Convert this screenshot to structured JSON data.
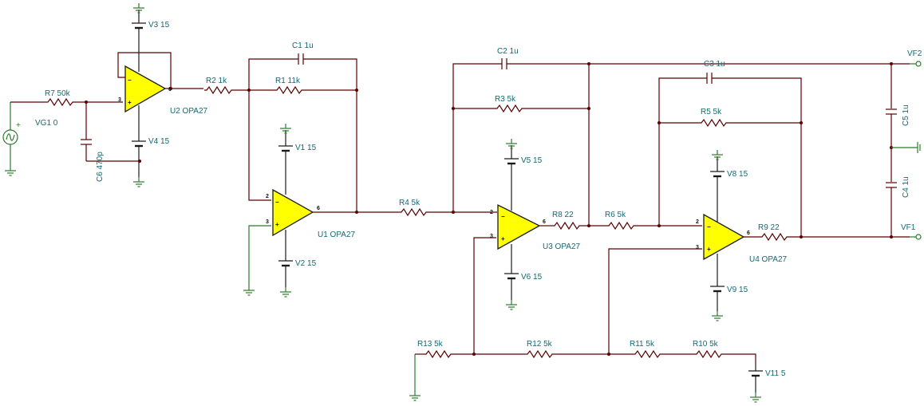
{
  "components": {
    "r7": "R7 50k",
    "vg1": "VG1 0",
    "c6": "C6 470p",
    "v3": "V3 15",
    "v4": "V4 15",
    "u2": "U2 OPA27",
    "r2": "R2 1k",
    "c1": "C1 1u",
    "r1": "R1 11k",
    "v1": "V1 15",
    "v2": "V2 15",
    "u1": "U1 OPA27",
    "r4": "R4 5k",
    "c2": "C2 1u",
    "r3": "R3 5k",
    "v5": "V5 15",
    "v6": "V6 15",
    "u3": "U3 OPA27",
    "r8": "R8 22",
    "r6": "R6 5k",
    "c3": "C3 1u",
    "r5": "R5 5k",
    "v8": "V8 15",
    "v9": "V9 15",
    "u4": "U4 OPA27",
    "r9": "R9 22",
    "c5": "C5 1u",
    "c4": "C4 1u",
    "r13": "R13 5k",
    "r12": "R12 5k",
    "r11": "R11 5k",
    "r10": "R10 5k",
    "v11": "V11 5"
  },
  "probes": {
    "vf1": "VF1",
    "vf2": "VF2"
  },
  "pins": {
    "two": "2",
    "three": "3",
    "six": "6"
  },
  "signs": {
    "plus": "+",
    "minus": "−"
  }
}
